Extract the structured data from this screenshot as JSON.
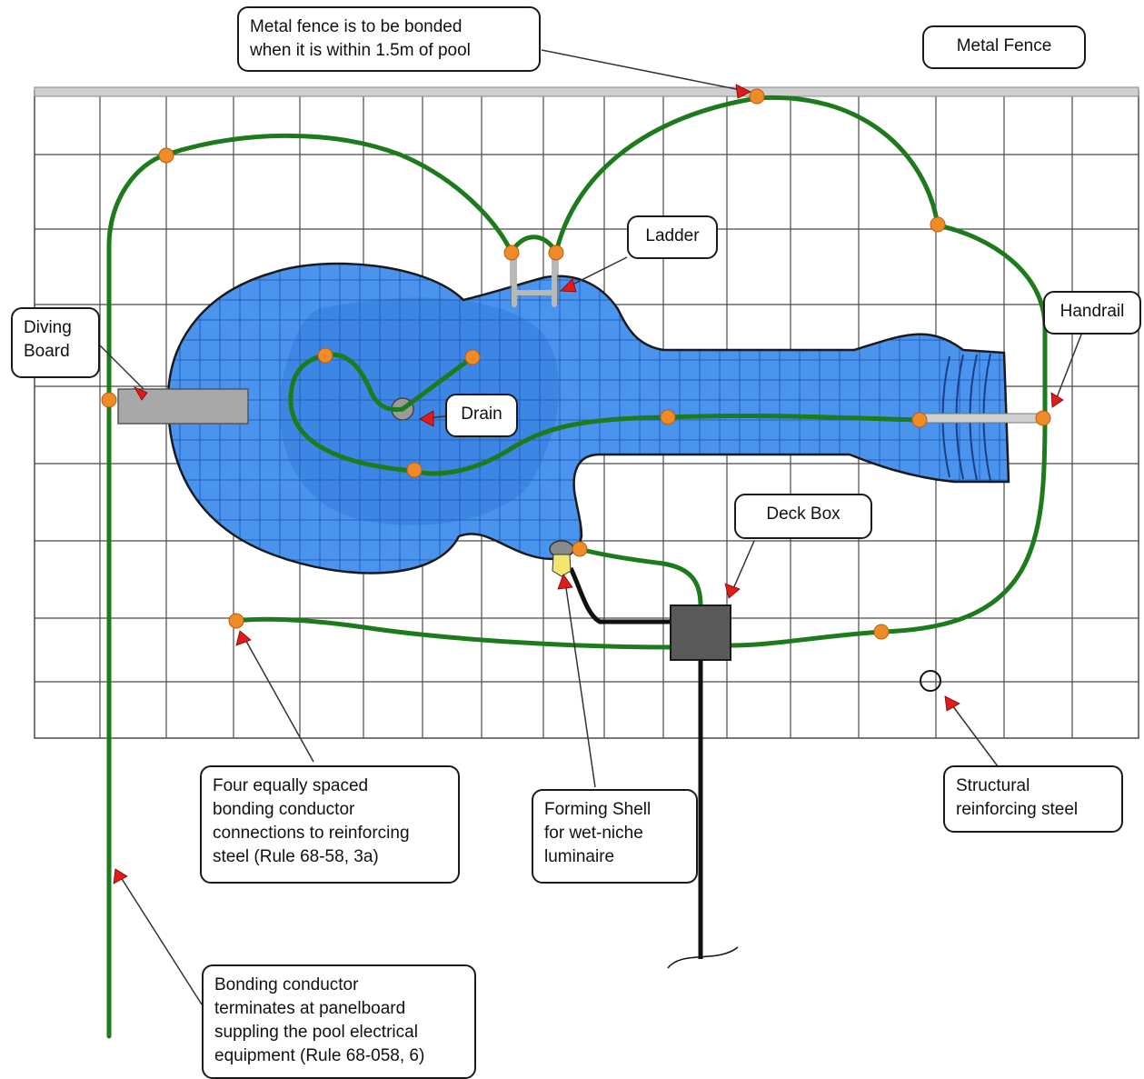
{
  "colors": {
    "grid_line": "#4a4a4a",
    "pool_water": "#4a94ee",
    "pool_deep": "#3d86e4",
    "bonding_conductor": "#1d7a1d",
    "connection_point": "#f08c28",
    "pointer_arrow": "#dd1c1c",
    "deck_box": "#5a5a5a",
    "metal_fence": "#cfcfcf"
  },
  "callouts": {
    "metal_fence_bonding": "Metal fence is to be bonded\nwhen it is within 1.5m of pool",
    "metal_fence": "Metal Fence",
    "ladder": "Ladder",
    "handrail": "Handrail",
    "diving_board": "Diving\nBoard",
    "drain": "Drain",
    "deck_box": "Deck Box",
    "four_connections": "Four equally spaced\nbonding  conductor\nconnections to reinforcing\nsteel (Rule 68-58, 3a)",
    "forming_shell": "Forming Shell\nfor wet-niche\nluminaire",
    "structural_steel": "Structural\nreinforcing steel",
    "bonding_terminates": "Bonding conductor\nterminates at panelboard\nsuppling the pool electrical\nequipment (Rule 68-058, 6)"
  }
}
